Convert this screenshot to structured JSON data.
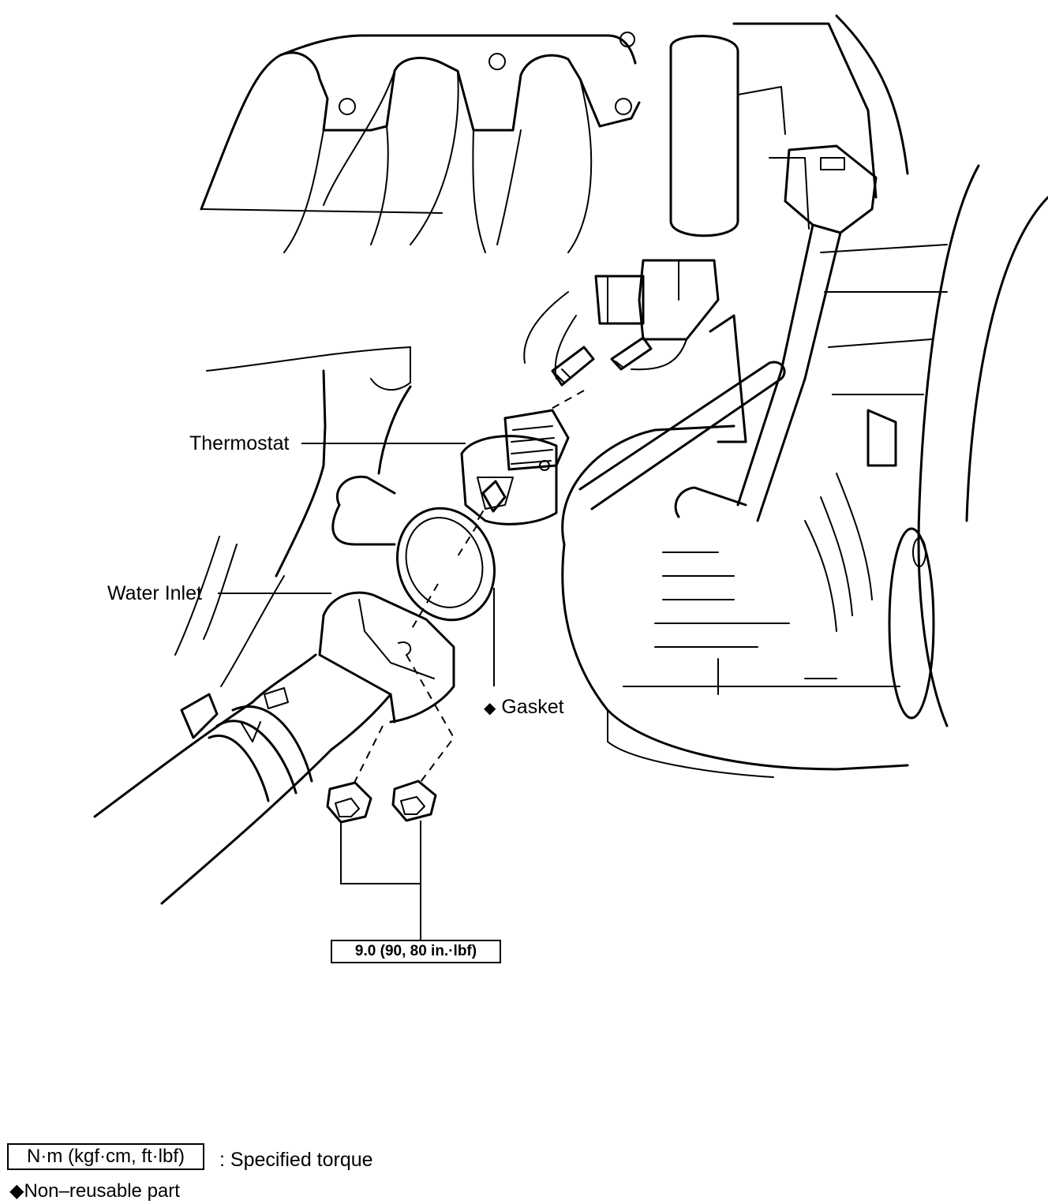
{
  "callouts": {
    "thermostat": "Thermostat",
    "water_inlet": "Water Inlet",
    "gasket": "Gasket",
    "gasket_marker": "◆",
    "torque_spec": "9.0 (90, 80 in.·lbf)"
  },
  "legend": {
    "torque_units": "N·m (kgf·cm, ft·lbf)",
    "torque_desc": ": Specified torque",
    "nonreusable": "◆Non–reusable part"
  },
  "colors": {
    "line": "#000000",
    "background": "#ffffff"
  }
}
